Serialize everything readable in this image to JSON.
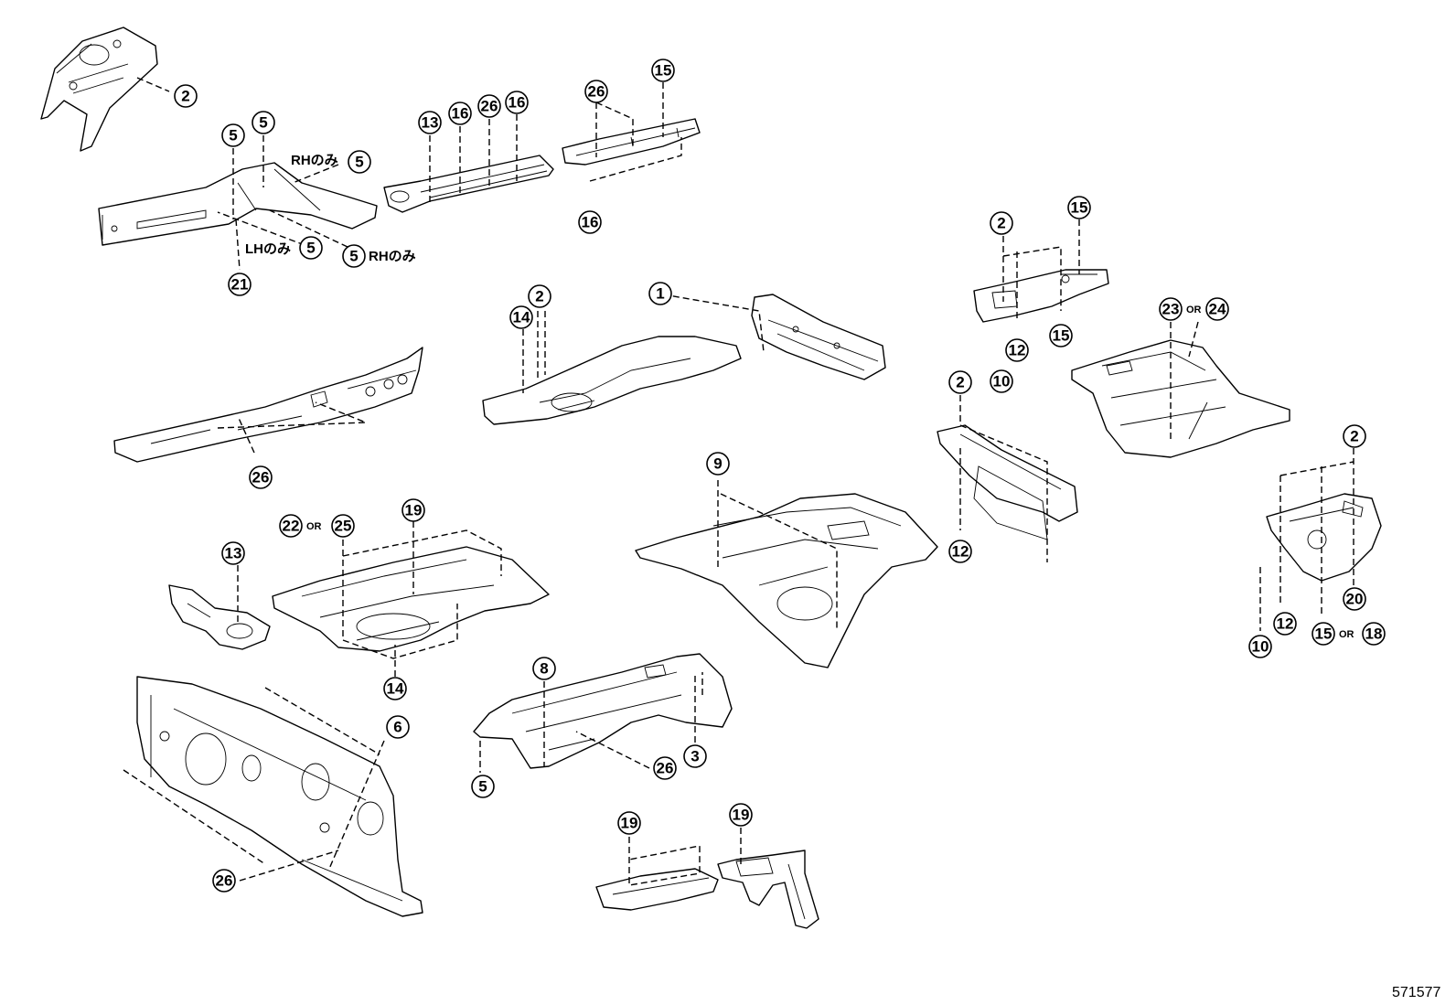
{
  "callouts": {
    "c_2a": "2",
    "c_5a": "5",
    "c_5b": "5",
    "c_5c": "5",
    "c_5d": "5",
    "c_5e": "5",
    "c_21": "21",
    "c_13a": "13",
    "c_16a": "16",
    "c_26a": "26",
    "c_16b": "16",
    "c_26b": "26",
    "c_15a": "15",
    "c_16c": "16",
    "c_2b": "2",
    "c_15b": "15",
    "c_15c": "15",
    "c_12a": "12",
    "c_10a": "10",
    "c_23": "23",
    "c_24": "24",
    "c_1": "1",
    "c_2c": "2",
    "c_14a": "14",
    "c_26c": "26",
    "c_9": "9",
    "c_2d": "2",
    "c_12b": "12",
    "c_2e": "2",
    "c_20": "20",
    "c_10b": "10",
    "c_12c": "12",
    "c_15d": "15",
    "c_18": "18",
    "c_22": "22",
    "c_25": "25",
    "c_19a": "19",
    "c_13b": "13",
    "c_14b": "14",
    "c_8": "8",
    "c_6": "6",
    "c_5f": "5",
    "c_26d": "26",
    "c_3": "3",
    "c_26e": "26",
    "c_19b": "19",
    "c_19c": "19"
  },
  "notes": {
    "rh_only_top": "RHのみ",
    "lh_only": "LHのみ",
    "rh_only_bottom": "RHのみ"
  },
  "or_word": "OR",
  "diagram_code": "571577"
}
